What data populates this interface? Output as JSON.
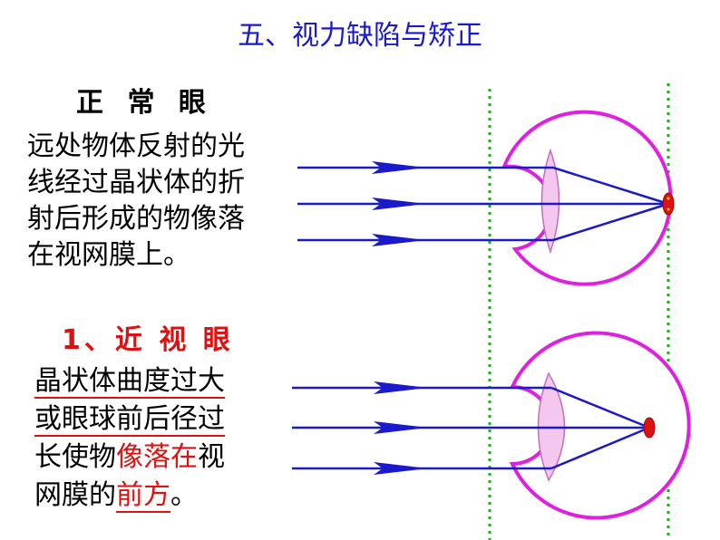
{
  "title": "五、视力缺陷与矫正",
  "normal_eye": {
    "heading": "正 常 眼",
    "lines": [
      "远处物体反射的光",
      "线经过晶状体的折",
      "射后形成的物像落",
      "在视网膜上。"
    ]
  },
  "myopia": {
    "heading": "1、近 视 眼",
    "line1": "晶状体曲度过大",
    "line2": "或眼球前后径过",
    "line3_a": "长使物",
    "line3_b": "像落在",
    "line3_c": "视",
    "line4_a": "网膜的",
    "line4_b": "前方",
    "line4_c": "。"
  },
  "colors": {
    "title": "#1a1acc",
    "eyeball": "#e020e0",
    "ray": "#1a1acc",
    "lens": "#f4c8ee",
    "guide": "#22aa22",
    "image_spot": "#dd1111",
    "highlight": "#dd1111"
  }
}
